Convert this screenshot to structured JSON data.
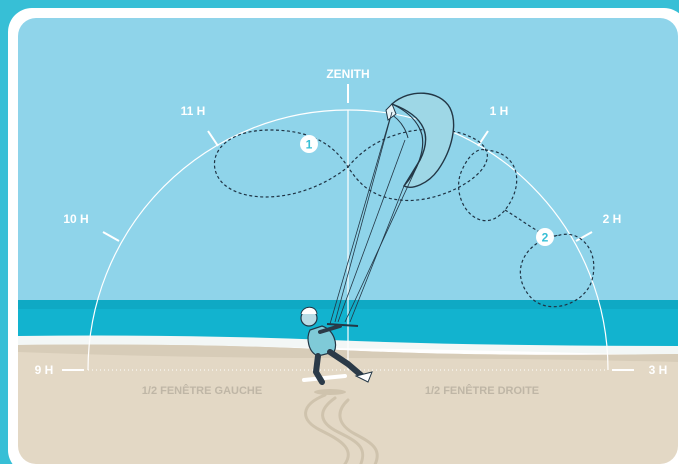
{
  "labels": {
    "zenith": "ZENITH",
    "h11": "11 H",
    "h1": "1 H",
    "h10": "10 H",
    "h2": "2 H",
    "h9": "9 H",
    "h3": "3 H",
    "left_window": "1/2 FENÊTRE GAUCHE",
    "right_window": "1/2 FENÊTRE DROITE"
  },
  "markers": {
    "one": "1",
    "two": "2"
  },
  "colors": {
    "frame": "#37bfd6",
    "sky": "#8fd4ea",
    "sea": "#12b3cf",
    "sand": "#e3d8c5",
    "line": "#ffffff",
    "path": "#233746"
  }
}
